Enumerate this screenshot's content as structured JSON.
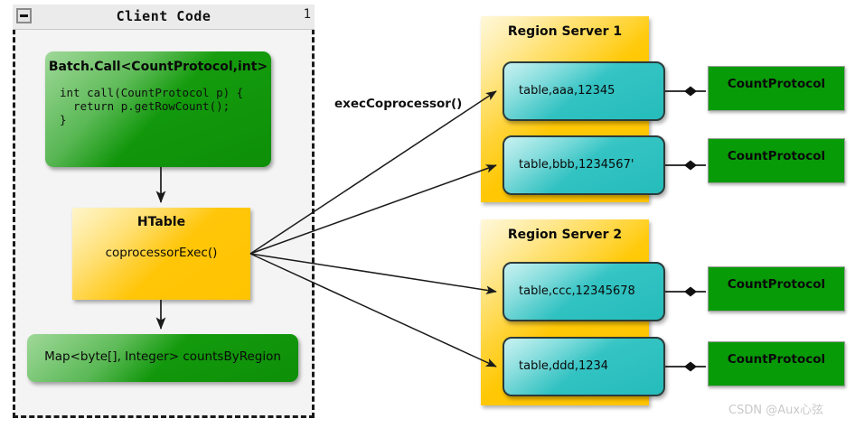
{
  "client": {
    "title": "Client Code",
    "badge": "1",
    "collapse_icon": "minimize-icon",
    "batch_call": {
      "title": "Batch.Call<CountProtocol,int>",
      "code": "int call(CountProtocol p) {\n  return p.getRowCount();\n}"
    },
    "htable": {
      "title": "HTable",
      "method": "coprocessorExec()"
    },
    "result": {
      "label": "Map<byte[], Integer> countsByRegion"
    }
  },
  "edges": {
    "exec_label": "execCoprocessor()"
  },
  "servers": [
    {
      "title": "Region Server 1",
      "regions": [
        {
          "label": "table,aaa,12345",
          "protocol": "CountProtocol"
        },
        {
          "label": "table,bbb,1234567'",
          "protocol": "CountProtocol"
        }
      ]
    },
    {
      "title": "Region Server 2",
      "regions": [
        {
          "label": "table,ccc,12345678",
          "protocol": "CountProtocol"
        },
        {
          "label": "table,ddd,1234",
          "protocol": "CountProtocol"
        }
      ]
    }
  ],
  "watermark": "CSDN @Aux心弦",
  "colors": {
    "green_node": "#0d8f08",
    "green_flat": "#089b08",
    "yellow_node": "#ffc400",
    "cyan_node": "#2ec0c0",
    "frame_bg": "#f4f4f4",
    "titlebar_bg": "#ebebeb",
    "stroke": "#1a1a1a"
  }
}
